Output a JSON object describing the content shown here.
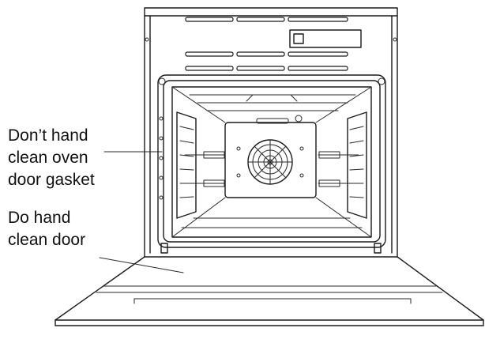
{
  "callouts": {
    "gasket": {
      "lines": [
        "Don’t hand",
        "clean oven",
        "door gasket"
      ]
    },
    "door": {
      "lines": [
        "Do hand",
        "clean door"
      ]
    }
  },
  "colors": {
    "line": "#1a1a1a",
    "background": "#ffffff",
    "text": "#111111"
  },
  "icons": [
    "oven-fan-icon",
    "oven-light-icon"
  ]
}
